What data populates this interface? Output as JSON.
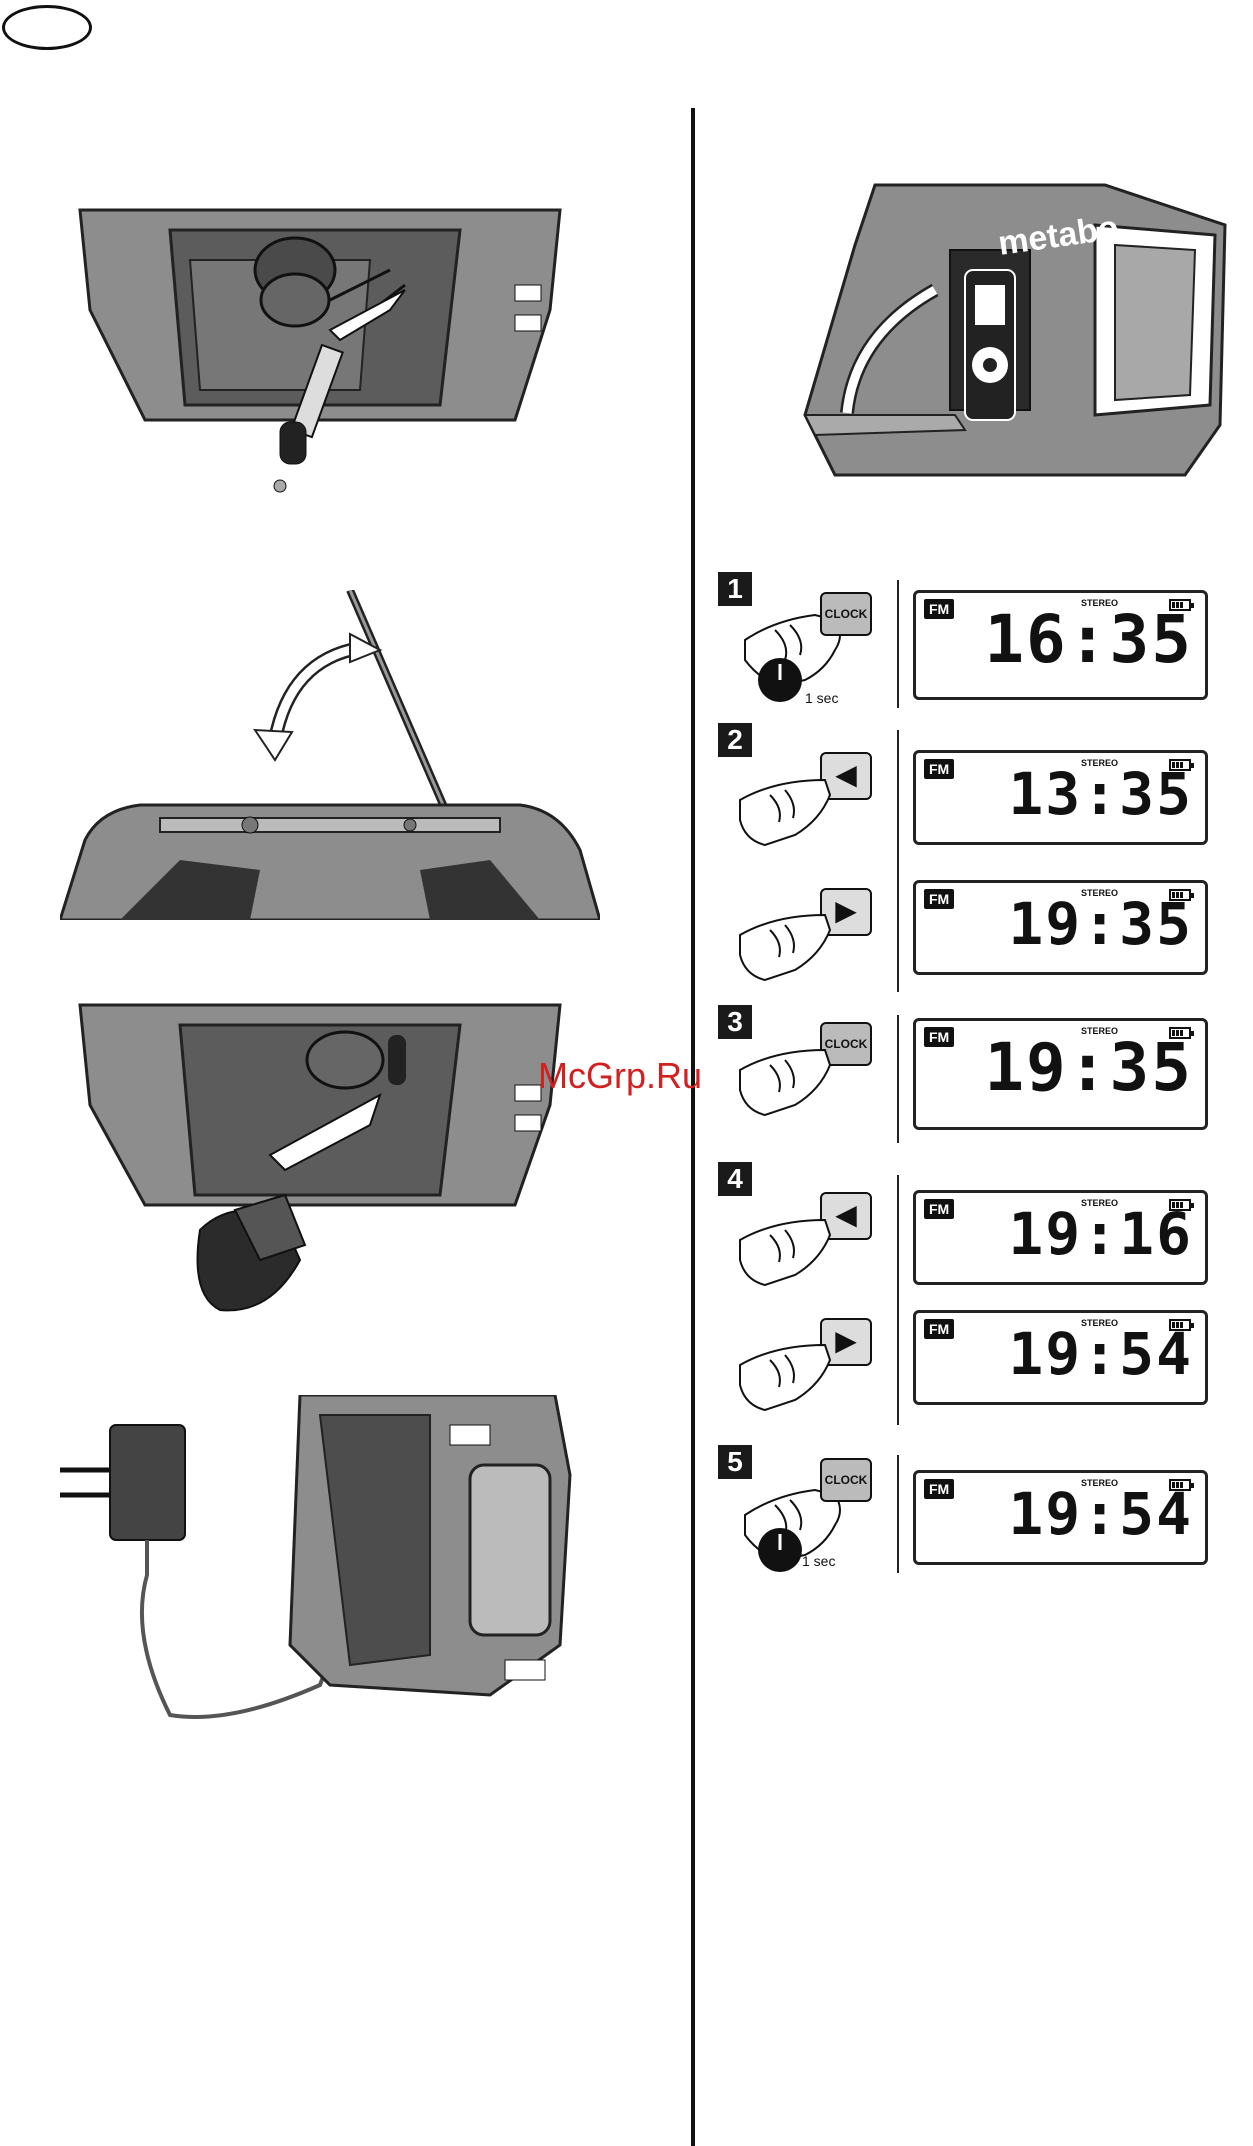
{
  "watermark": "McGrp.Ru",
  "display": {
    "band": "FM",
    "stereo": "STEREO"
  },
  "brand_on_device": "metabo",
  "steps": [
    {
      "number": "1",
      "button": "CLOCK",
      "hold_label": "1 sec",
      "display_time": "16:35"
    },
    {
      "number": "2",
      "button_left": "◀",
      "button_right": "▶",
      "display_time_a": "13:35",
      "display_time_b": "19:35"
    },
    {
      "number": "3",
      "button": "CLOCK",
      "display_time": "19:35"
    },
    {
      "number": "4",
      "button_left": "◀",
      "button_right": "▶",
      "display_time_a": "19:16",
      "display_time_b": "19:54"
    },
    {
      "number": "5",
      "button": "CLOCK",
      "hold_label": "1 sec",
      "display_time": "19:54"
    }
  ],
  "colors": {
    "ink": "#111111",
    "device_grey": "#8a8a8a",
    "watermark": "#d21f1f"
  }
}
